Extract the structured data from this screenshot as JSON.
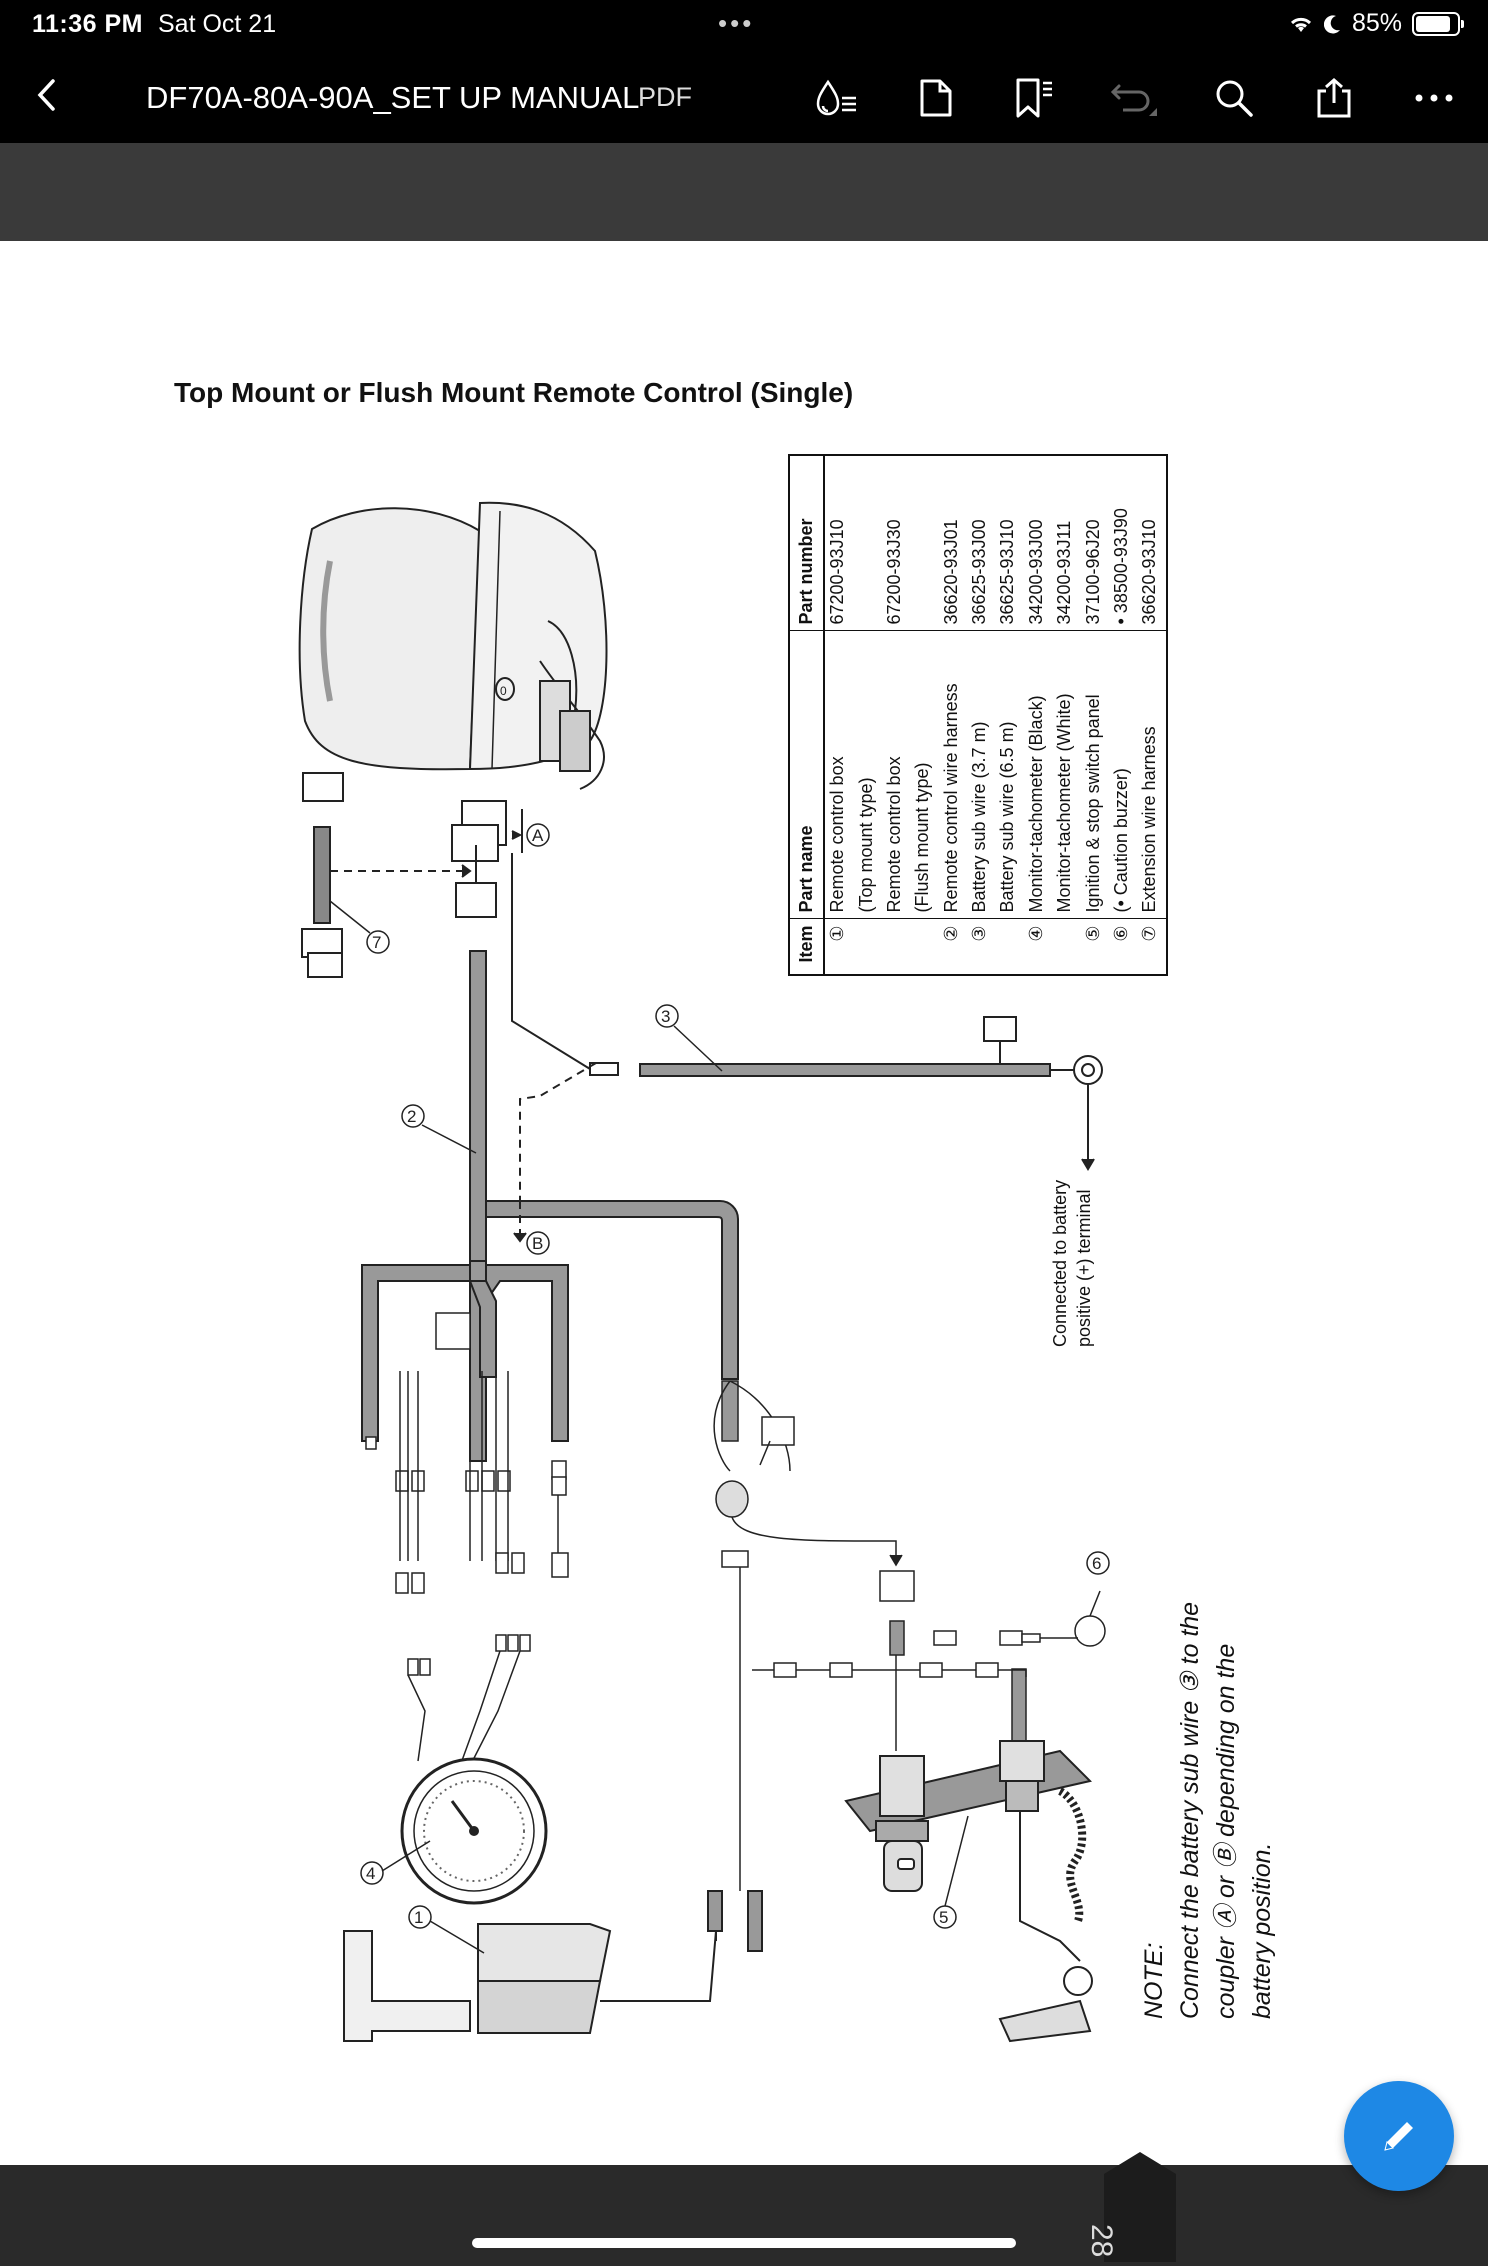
{
  "status_bar": {
    "time": "11:36 PM",
    "date": "Sat Oct 21",
    "battery": "85%"
  },
  "toolbar": {
    "title": "DF70A-80A-90A_SET UP MANUAL",
    "kind": "PDF"
  },
  "page": {
    "heading": "Top Mount or Flush Mount Remote Control (Single)",
    "page_number": "28"
  },
  "parts_table": {
    "headers": [
      "Item",
      "Part name",
      "Part number"
    ],
    "rows": [
      {
        "item": "①",
        "name": "Remote control box",
        "number": "67200-93J10"
      },
      {
        "item": "",
        "name": "(Top mount type)",
        "number": ""
      },
      {
        "item": "",
        "name": "Remote control box",
        "number": "67200-93J30"
      },
      {
        "item": "",
        "name": "(Flush mount type)",
        "number": ""
      },
      {
        "item": "②",
        "name": "Remote control wire harness",
        "number": "36620-93J01"
      },
      {
        "item": "③",
        "name": "Battery sub wire (3.7 m)",
        "number": "36625-93J00"
      },
      {
        "item": "",
        "name": "Battery sub wire (6.5 m)",
        "number": "36625-93J10"
      },
      {
        "item": "④",
        "name": "Monitor-tachometer (Black)",
        "number": "34200-93J00"
      },
      {
        "item": "",
        "name": "Monitor-tachometer (White)",
        "number": "34200-93J11"
      },
      {
        "item": "⑤",
        "name": "Ignition & stop switch panel",
        "number": "37100-96J20"
      },
      {
        "item": "⑥",
        "name": "(• Caution buzzer)",
        "number": "• 38500-93J90"
      },
      {
        "item": "⑦",
        "name": "Extension wire harness",
        "number": "36620-93J10"
      }
    ]
  },
  "diagram_labels": {
    "callout_1": "1",
    "callout_2": "2",
    "callout_3": "3",
    "callout_4": "4",
    "callout_5": "5",
    "callout_6": "6",
    "callout_7": "7",
    "coupler_a": "A",
    "coupler_b": "B",
    "connection_text": "Connected to battery positive (+) terminal"
  },
  "note": {
    "heading": "NOTE:",
    "line1": "Connect the battery sub wire ③ to the",
    "line2": "coupler Ⓐ or Ⓑ depending on the",
    "line3": "battery position."
  }
}
